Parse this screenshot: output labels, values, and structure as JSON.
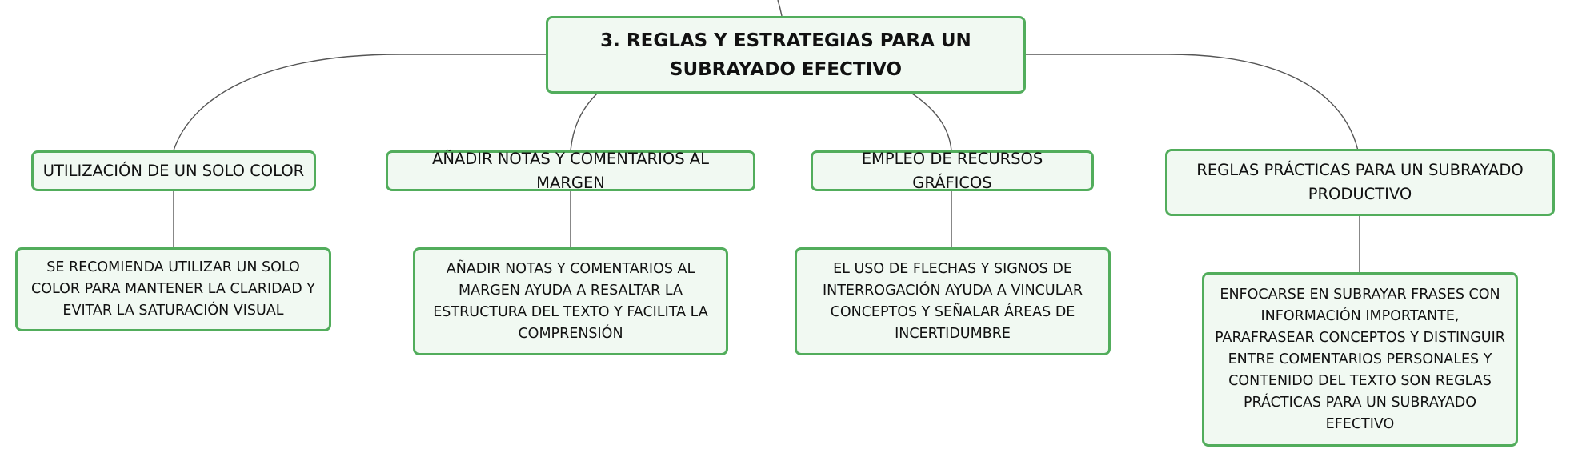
{
  "root": {
    "label": "3. REGLAS Y ESTRATEGIAS PARA UN SUBRAYADO EFECTIVO"
  },
  "branches": [
    {
      "label": "UTILIZACIÓN DE UN SOLO COLOR",
      "detail": "SE RECOMIENDA UTILIZAR UN SOLO COLOR PARA MANTENER LA CLARIDAD Y EVITAR LA SATURACIÓN VISUAL"
    },
    {
      "label": "AÑADIR NOTAS Y COMENTARIOS AL MARGEN",
      "detail": "AÑADIR NOTAS Y COMENTARIOS AL MARGEN AYUDA A RESALTAR LA ESTRUCTURA DEL TEXTO Y FACILITA LA COMPRENSIÓN"
    },
    {
      "label": "EMPLEO DE RECURSOS GRÁFICOS",
      "detail": "EL USO DE FLECHAS Y SIGNOS DE INTERROGACIÓN AYUDA A VINCULAR CONCEPTOS Y SEÑALAR ÁREAS DE INCERTIDUMBRE"
    },
    {
      "label": "REGLAS PRÁCTICAS PARA UN SUBRAYADO PRODUCTIVO",
      "detail": "ENFOCARSE EN SUBRAYAR FRASES CON INFORMACIÓN IMPORTANTE, PARAFRASEAR CONCEPTOS Y DISTINGUIR ENTRE COMENTARIOS PERSONALES Y CONTENIDO DEL TEXTO SON REGLAS PRÁCTICAS PARA UN SUBRAYADO EFECTIVO"
    }
  ],
  "colors": {
    "node_border": "#52ad5c",
    "node_fill": "#f1f9f2",
    "connector": "#555555",
    "text": "#111111"
  }
}
